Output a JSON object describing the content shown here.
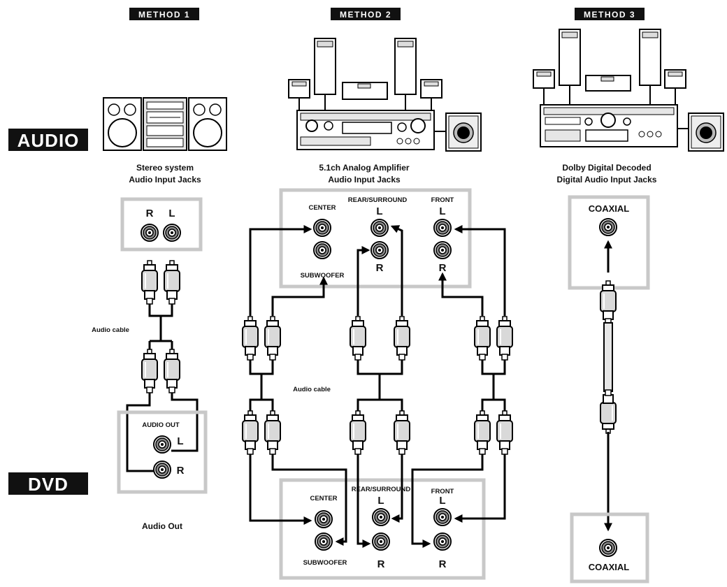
{
  "methods": {
    "m1": "METHOD  1",
    "m2": "METHOD  2",
    "m3": "METHOD  3"
  },
  "side_labels": {
    "audio": "AUDIO",
    "dvd": "DVD"
  },
  "method1": {
    "caption_line1": "Stereo system",
    "caption_line2": "Audio Input Jacks",
    "jack_r": "R",
    "jack_l": "L",
    "cable_label": "Audio cable",
    "out_title": "AUDIO OUT",
    "out_l": "L",
    "out_r": "R",
    "bottom_caption": "Audio Out"
  },
  "method2": {
    "caption_line1": "5.1ch Analog Amplifier",
    "caption_line2": "Audio Input Jacks",
    "top_center": "CENTER",
    "top_subwoofer": "SUBWOOFER",
    "top_rear": "REAR/SURROUND",
    "top_rear_l": "L",
    "top_rear_r": "R",
    "top_front": "FRONT",
    "top_front_l": "L",
    "top_front_r": "R",
    "cable_label": "Audio cable",
    "bot_center": "CENTER",
    "bot_subwoofer": "SUBWOOFER",
    "bot_rear": "REAR/SURROUND",
    "bot_rear_l": "L",
    "bot_rear_r": "R",
    "bot_front": "FRONT",
    "bot_front_l": "L",
    "bot_front_r": "R"
  },
  "method3": {
    "caption_line1": "Dolby Digital Decoded",
    "caption_line2": "Digital Audio Input Jacks",
    "top_coaxial": "COAXIAL",
    "bottom_coaxial": "COAXIAL"
  }
}
